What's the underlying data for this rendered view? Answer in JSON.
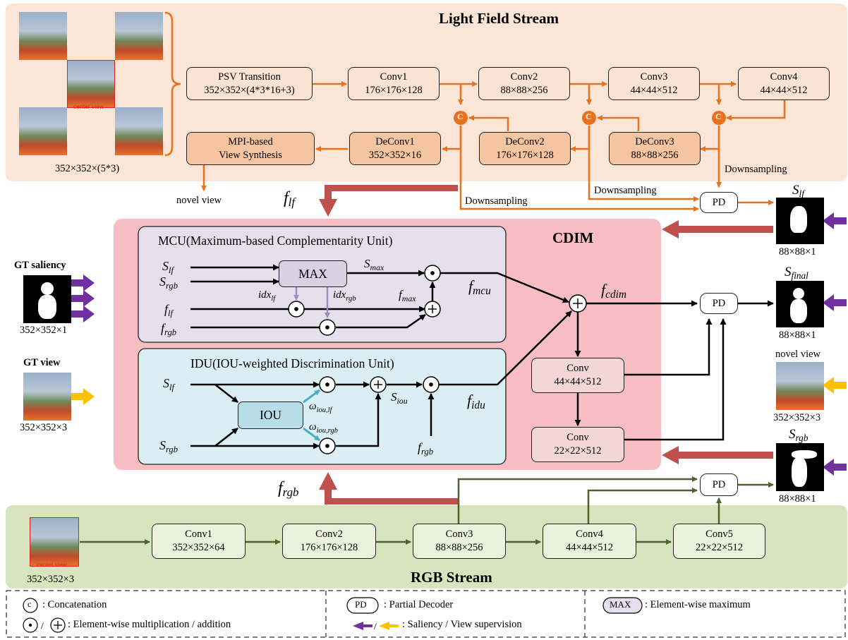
{
  "lf_stream": {
    "title": "Light Field Stream",
    "input_caption": "352×352×(5*3)",
    "center_view_caption": "center view",
    "psv": {
      "line1": "PSV Transition",
      "line2": "352×352×(4*3*16+3)"
    },
    "conv1": {
      "line1": "Conv1",
      "line2": "176×176×128"
    },
    "conv2": {
      "line1": "Conv2",
      "line2": "88×88×256"
    },
    "conv3": {
      "line1": "Conv3",
      "line2": "44×44×512"
    },
    "conv4": {
      "line1": "Conv4",
      "line2": "44×44×512"
    },
    "mpi": {
      "line1": "MPI-based",
      "line2": "View Synthesis"
    },
    "deconv1": {
      "line1": "DeConv1",
      "line2": "352×352×16"
    },
    "deconv2": {
      "line1": "DeConv2",
      "line2": "176×176×128"
    },
    "deconv3": {
      "line1": "DeConv3",
      "line2": "88×88×256"
    },
    "concat_symbol": "C",
    "downsampling": "Downsampling",
    "novel_view": "novel view",
    "f_lf_label": "f",
    "f_lf_sub": "lf"
  },
  "cdim": {
    "title": "CDIM",
    "mcu_title": "MCU(Maximum-based Complementarity Unit)",
    "idu_title": "IDU(IOU-weighted Discrimination Unit)",
    "max_label": "MAX",
    "iou_label": "IOU",
    "conv_a": {
      "line1": "Conv",
      "line2": "44×44×512"
    },
    "conv_b": {
      "line1": "Conv",
      "line2": "22×22×512"
    },
    "pd_label": "PD",
    "f_cdim": "cdim",
    "f_mcu": "mcu",
    "f_idu": "idu",
    "f_max": "max",
    "s_max": "max",
    "s_iou": "iou",
    "idx_lf": "lf",
    "idx_rgb": "rgb",
    "w_iou_lf": "iou,lf",
    "w_iou_rgb": "iou,rgb"
  },
  "gt": {
    "saliency_title": "GT saliency",
    "saliency_caption": "352×352×1",
    "view_title": "GT view",
    "view_caption": "352×352×3"
  },
  "outputs": {
    "s_lf_caption": "88×88×1",
    "s_final_caption": "88×88×1",
    "novel_view_title": "novel view",
    "novel_view_caption": "352×352×3",
    "s_rgb_caption": "88×88×1"
  },
  "rgb_stream": {
    "title": "RGB Stream",
    "input_caption": "352×352×3",
    "center_view_caption": "center view",
    "conv1": {
      "line1": "Conv1",
      "line2": "352×352×64"
    },
    "conv2": {
      "line1": "Conv2",
      "line2": "176×176×128"
    },
    "conv3": {
      "line1": "Conv3",
      "line2": "88×88×256"
    },
    "conv4": {
      "line1": "Conv4",
      "line2": "44×44×512"
    },
    "conv5": {
      "line1": "Conv5",
      "line2": "22×22×512"
    },
    "pd_label": "PD",
    "f_rgb_sub": "rgb"
  },
  "legend": {
    "concat_symbol": "c",
    "concat_text": ": Concatenation",
    "ops_text": ": Element-wise multiplication / addition",
    "pd_symbol": "PD",
    "pd_text": ": Partial Decoder",
    "supervision_text": ": Saliency / View supervision",
    "max_symbol": "MAX",
    "max_text": ": Element-wise maximum"
  },
  "colors": {
    "lf_bg": "#fbe5d6",
    "cdim_bg": "#f8bcc3",
    "rgb_bg": "#d7e4bd",
    "orange": "#e8711b",
    "green": "#4f6228",
    "red_arrow": "#c0504d",
    "purple": "#7030a0",
    "yellow": "#ffc000",
    "mcu_bg": "#e6e0ec",
    "idu_bg": "#dbeef4"
  }
}
